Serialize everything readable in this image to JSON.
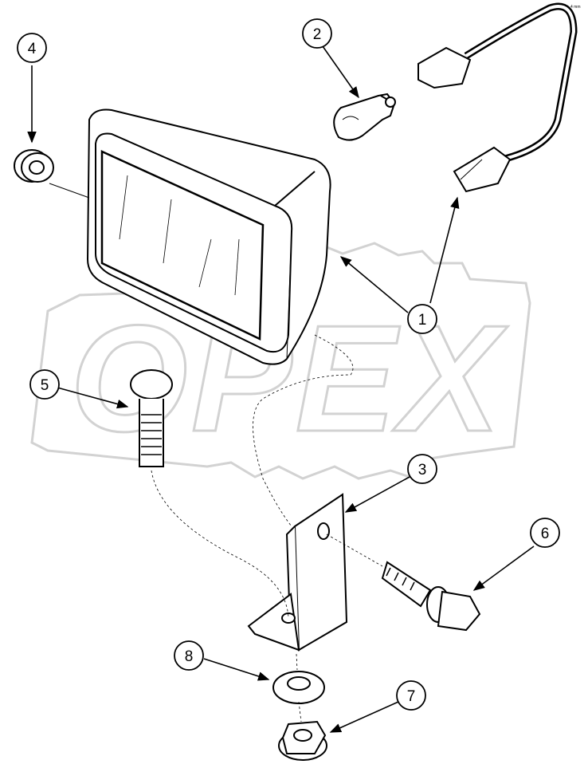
{
  "watermark": {
    "text": "OPEX"
  },
  "corner_mark": "4 mm",
  "callouts": [
    {
      "id": "1",
      "label": "1",
      "part": "lamp-assembly-and-harness"
    },
    {
      "id": "2",
      "label": "2",
      "part": "bulb"
    },
    {
      "id": "3",
      "label": "3",
      "part": "bracket"
    },
    {
      "id": "4",
      "label": "4",
      "part": "grommet"
    },
    {
      "id": "5",
      "label": "5",
      "part": "carriage-bolt"
    },
    {
      "id": "6",
      "label": "6",
      "part": "flange-bolt"
    },
    {
      "id": "7",
      "label": "7",
      "part": "flange-nut"
    },
    {
      "id": "8",
      "label": "8",
      "part": "washer"
    }
  ],
  "colors": {
    "line": "#000000",
    "watermark": "#cfcfcf",
    "background": "#ffffff"
  }
}
